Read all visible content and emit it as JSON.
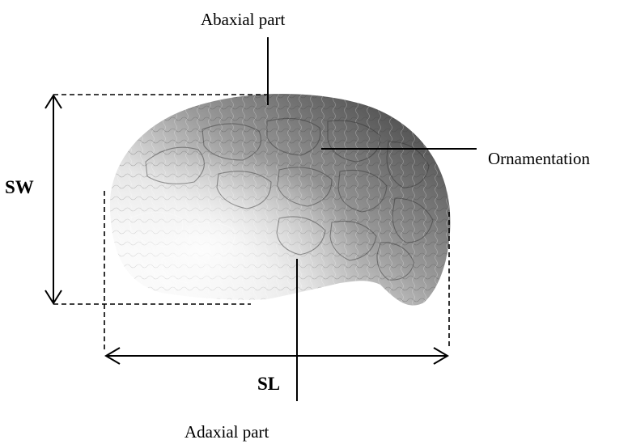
{
  "labels": {
    "abaxial": "Abaxial part",
    "ornamentation": "Ornamentation",
    "sw": "SW",
    "sl": "SL",
    "adaxial": "Adaxial part"
  },
  "colors": {
    "line": "#000000",
    "seed_dark": "#5a5a5a",
    "seed_mid": "#8e8e8e",
    "seed_light": "#f4f4f4"
  }
}
